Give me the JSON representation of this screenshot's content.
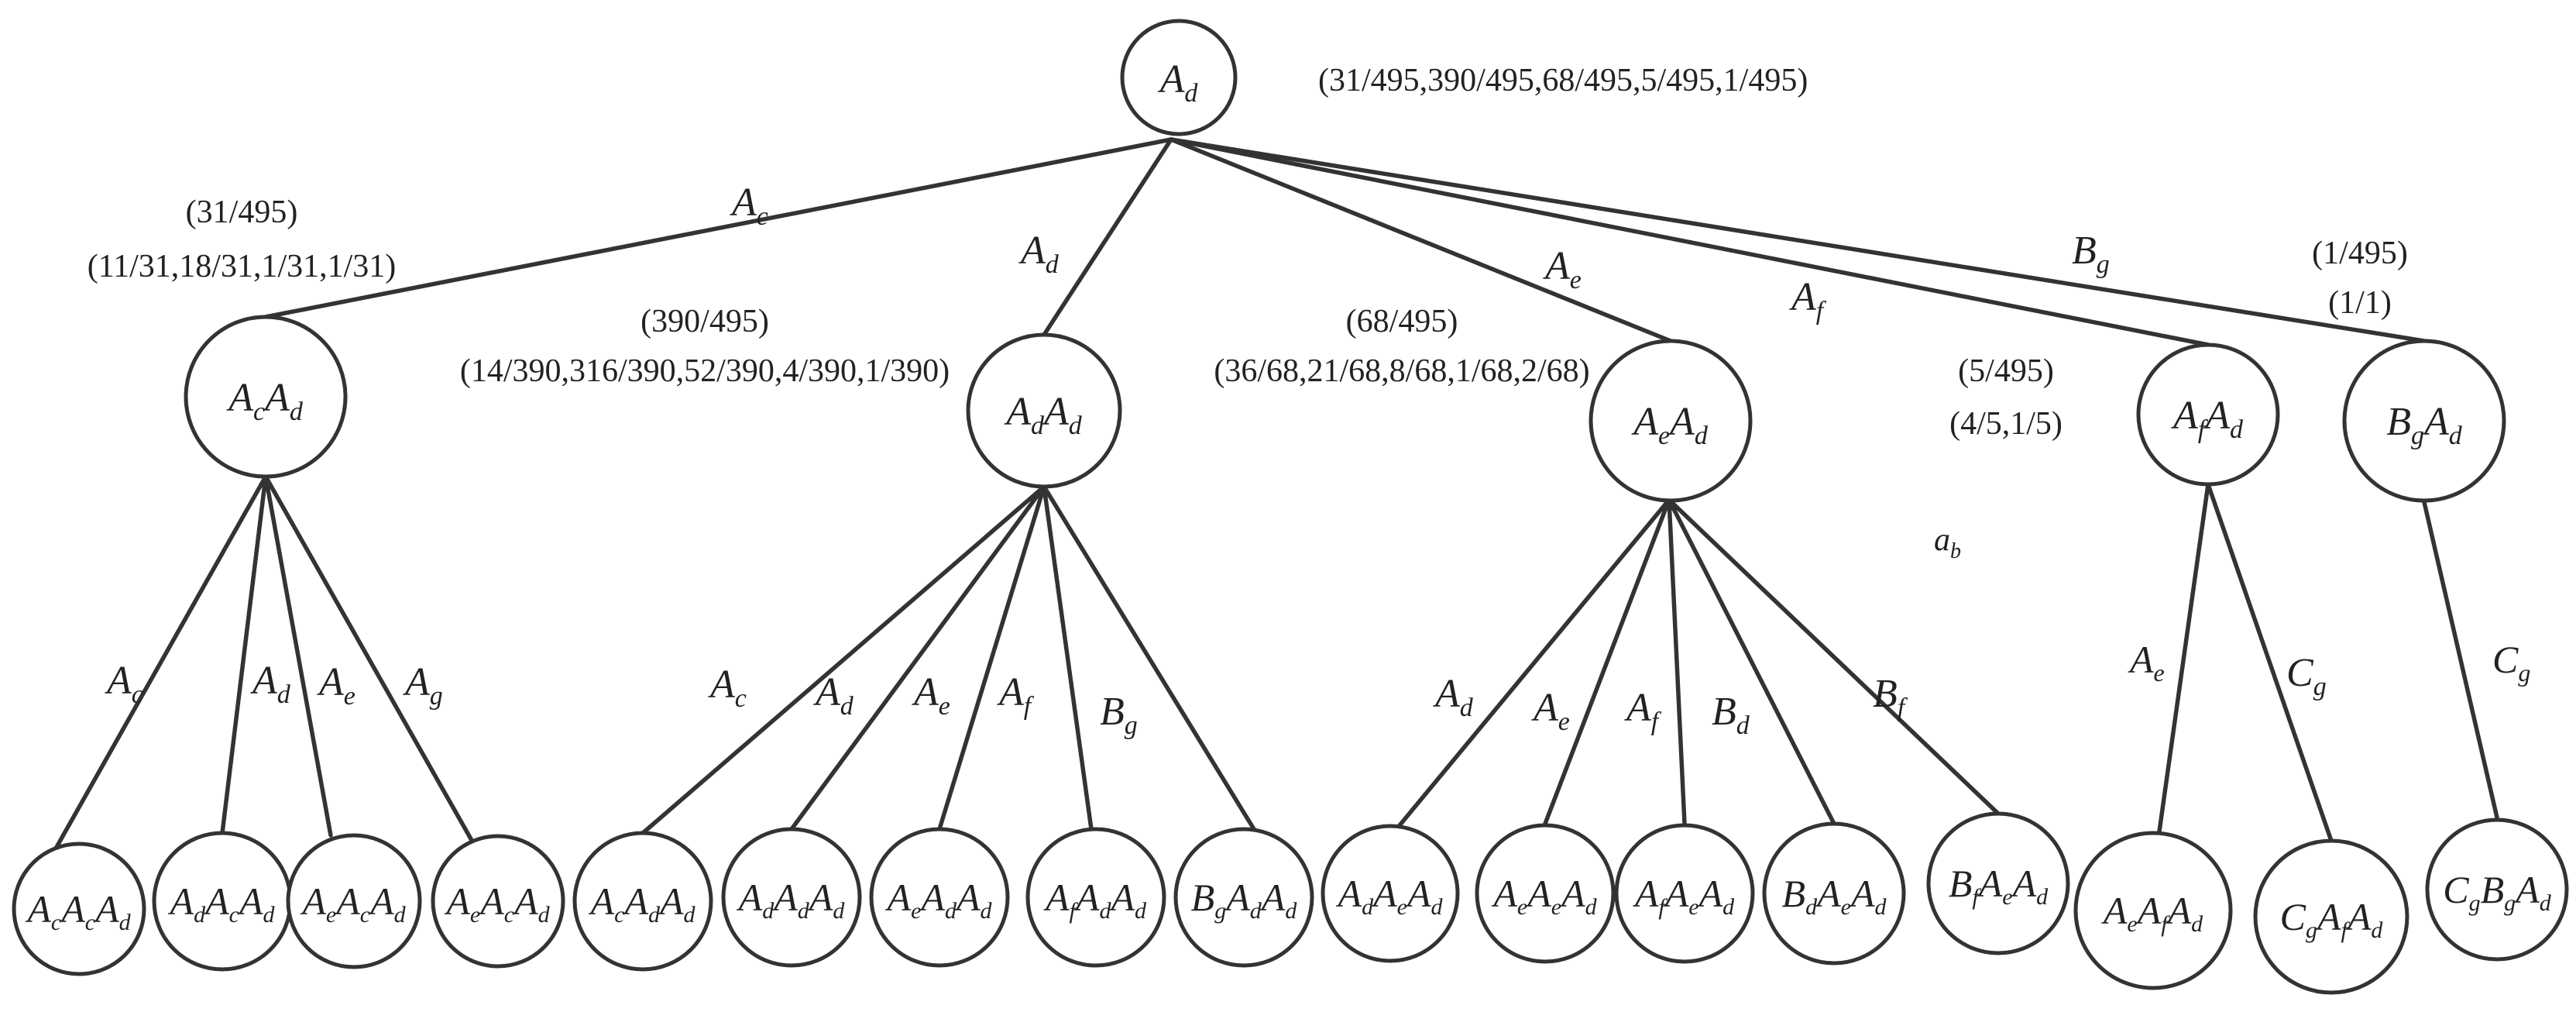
{
  "root": {
    "label": [
      "A",
      "d"
    ],
    "prob": "(31/495,390/495,68/495,5/495,1/495)"
  },
  "level1": [
    {
      "edge": [
        "A",
        "c"
      ],
      "node": [
        "A",
        "c",
        "A",
        "d"
      ],
      "prob_a": "(31/495)",
      "prob_b": "(11/31,18/31,1/31,1/31)"
    },
    {
      "edge": [
        "A",
        "d"
      ],
      "node": [
        "A",
        "d",
        "A",
        "d"
      ],
      "prob_a": "(390/495)",
      "prob_b": "(14/390,316/390,52/390,4/390,1/390)"
    },
    {
      "edge": [
        "A",
        "e"
      ],
      "node": [
        "A",
        "e",
        "A",
        "d"
      ],
      "prob_a": "(68/495)",
      "prob_b": "(36/68,21/68,8/68,1/68,2/68)"
    },
    {
      "edge": [
        "A",
        "f"
      ],
      "node": [
        "A",
        "f",
        "A",
        "d"
      ],
      "prob_a": "(5/495)",
      "prob_b": "(4/5,1/5)"
    },
    {
      "edge": [
        "B",
        "g"
      ],
      "node": [
        "B",
        "g",
        "A",
        "d"
      ],
      "prob_a": "(1/495)",
      "prob_b": "(1/1)"
    }
  ],
  "level2": [
    {
      "edge": [
        "A",
        "c"
      ],
      "node": [
        "A",
        "c",
        "A",
        "c",
        "A",
        "d"
      ]
    },
    {
      "edge": [
        "A",
        "d"
      ],
      "node": [
        "A",
        "d",
        "A",
        "c",
        "A",
        "d"
      ]
    },
    {
      "edge": [
        "A",
        "e"
      ],
      "node": [
        "A",
        "e",
        "A",
        "c",
        "A",
        "d"
      ]
    },
    {
      "edge": [
        "A",
        "g"
      ],
      "node": [
        "A",
        "e",
        "A",
        "c",
        "A",
        "d"
      ]
    },
    {
      "edge": [
        "A",
        "c"
      ],
      "node": [
        "A",
        "c",
        "A",
        "d",
        "A",
        "d"
      ]
    },
    {
      "edge": [
        "A",
        "d"
      ],
      "node": [
        "A",
        "d",
        "A",
        "d",
        "A",
        "d"
      ]
    },
    {
      "edge": [
        "A",
        "e"
      ],
      "node": [
        "A",
        "e",
        "A",
        "d",
        "A",
        "d"
      ]
    },
    {
      "edge": [
        "A",
        "f"
      ],
      "node": [
        "A",
        "f",
        "A",
        "d",
        "A",
        "d"
      ]
    },
    {
      "edge": [
        "B",
        "g"
      ],
      "node": [
        "B",
        "g",
        "A",
        "d",
        "A",
        "d"
      ]
    },
    {
      "edge": [
        "A",
        "d"
      ],
      "node": [
        "A",
        "d",
        "A",
        "e",
        "A",
        "d"
      ]
    },
    {
      "edge": [
        "A",
        "e"
      ],
      "node": [
        "A",
        "e",
        "A",
        "e",
        "A",
        "d"
      ]
    },
    {
      "edge": [
        "A",
        "f"
      ],
      "node": [
        "A",
        "f",
        "A",
        "e",
        "A",
        "d"
      ]
    },
    {
      "edge": [
        "B",
        "d"
      ],
      "node": [
        "B",
        "d",
        "A",
        "e",
        "A",
        "d"
      ]
    },
    {
      "edge": [
        "B",
        "f"
      ],
      "node": [
        "B",
        "f",
        "A",
        "e",
        "A",
        "d"
      ]
    },
    {
      "edge": [
        "A",
        "e"
      ],
      "node": [
        "A",
        "e",
        "A",
        "f",
        "A",
        "d"
      ]
    },
    {
      "edge": [
        "C",
        "g"
      ],
      "node": [
        "C",
        "g",
        "A",
        "f",
        "A",
        "d"
      ]
    },
    {
      "edge": [
        "C",
        "g"
      ],
      "node": [
        "C",
        "g",
        "B",
        "g",
        "A",
        "d"
      ]
    }
  ],
  "annotation": [
    "a",
    "b"
  ]
}
